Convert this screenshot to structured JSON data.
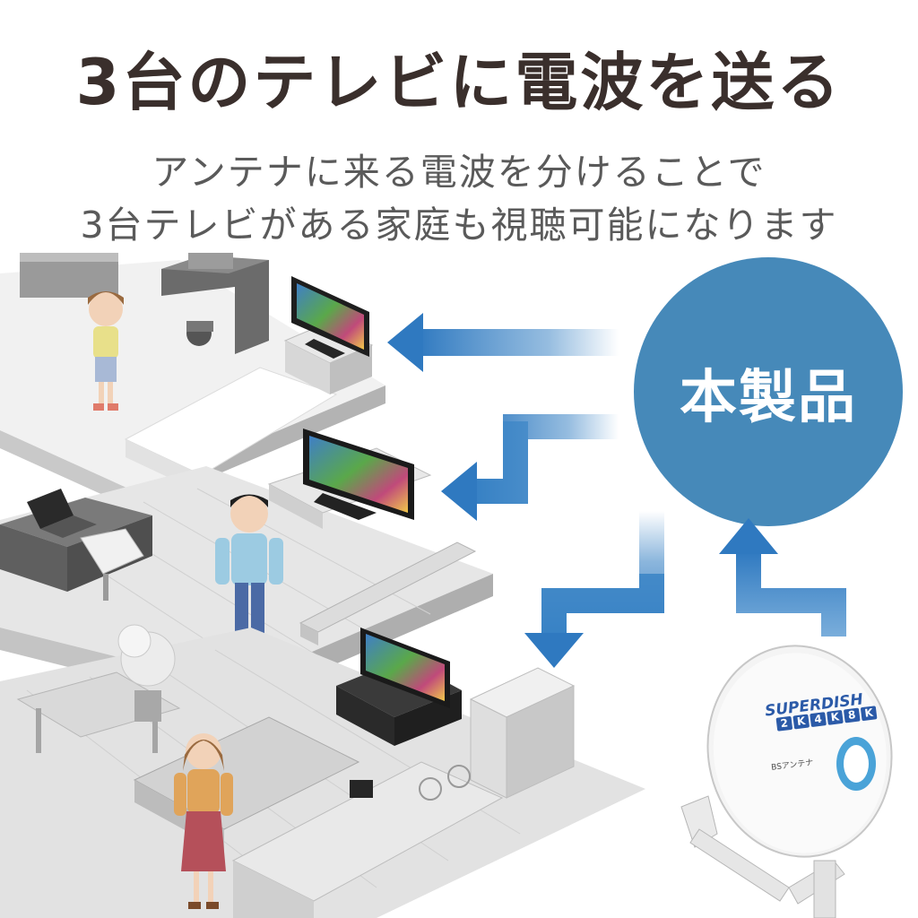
{
  "title": "3台のテレビに電波を送る",
  "subtitle_line1": "アンテナに来る電波を分けることで",
  "subtitle_line2": "3台テレビがある家庭も視聴可能になります",
  "product_label": "本製品",
  "dish": {
    "brand": "SUPERDISH",
    "badges": [
      "2",
      "K",
      "4",
      "K",
      "8",
      "K"
    ],
    "model": "BSアンテナ"
  },
  "colors": {
    "title": "#3a2f2c",
    "subtitle": "#5a5a5a",
    "circle": "#4689b9",
    "arrow": "#3f86c6",
    "circle_text": "#ffffff",
    "brand": "#2b5aa8"
  }
}
